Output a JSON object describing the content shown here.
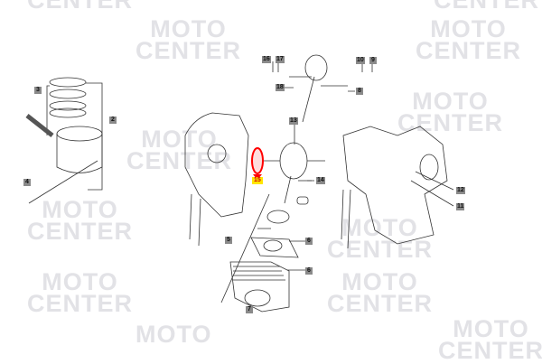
{
  "watermark": {
    "line1": "MOTO",
    "line2": "CENTER"
  },
  "highlight_color": "#ff0000",
  "labels": {
    "l16": "16",
    "l17": "17",
    "l10": "10",
    "l9": "9",
    "l18": "18",
    "l8": "8",
    "l3": "3",
    "l2": "2",
    "l4": "4",
    "l13": "13",
    "l15": "15",
    "l14": "14",
    "l12": "12",
    "l11": "11",
    "l5": "5",
    "l6a": "6",
    "l6b": "6",
    "l7": "7"
  }
}
